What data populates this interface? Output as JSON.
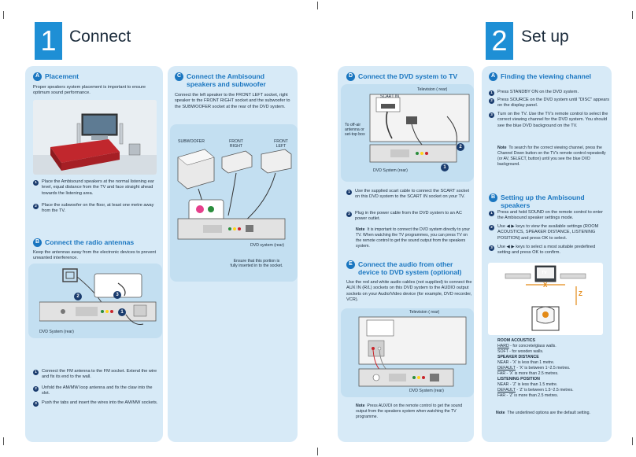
{
  "section1": {
    "number": "1",
    "title": "Connect",
    "A": {
      "letter": "A",
      "heading": "Placement",
      "intro": "Proper speakers system placement is important to ensure optimum sound performance.",
      "steps": [
        "Place the Ambisound speakers at the normal listening ear level, equal distance from the TV and face straight ahead towards the listening area.",
        "Place the subwoofer on the floor, at least one metre away from the TV."
      ]
    },
    "B": {
      "letter": "B",
      "heading": "Connect the radio antennas",
      "intro": "Keep the antennas away from the electronic devices to prevent unwanted interference.",
      "device_label": "DVD System (rear)",
      "steps": [
        "Connect the FM antenna to the FM socket. Extend the wire and fix its end to the wall.",
        "Unfold the AM/MW loop antenna and fix the claw into the slot.",
        "Push the tabs and insert the wires into the AM/MW sockets."
      ]
    },
    "C": {
      "letter": "C",
      "heading": "Connect the Ambisound speakers and subwoofer",
      "intro": "Connect the left speaker to the FRONT LEFT socket, right speaker to the FRONT RIGHT socket and the subwoofer to the SUBWOOFER socket at the rear of the DVD system.",
      "labels": {
        "subwoofer": "SUBWOOFER",
        "front_right": "FRONT RIGHT",
        "front_left": "FRONT LEFT",
        "dvd_rear": "DVD system (rear)",
        "caption": "Ensure that this portion is fully inserted in to the socket."
      }
    }
  },
  "section1b": {
    "D": {
      "letter": "D",
      "heading": "Connect the DVD system to TV",
      "labels": {
        "tv_rear": "Television ( rear)",
        "scart": "SCART IN",
        "offair": "To off-air antenna or set-top box",
        "dvd_rear": "DVD System (rear)"
      },
      "steps": [
        "Use the supplied scart cable to connect the SCART socket on this DVD system to the SCART IN socket on your TV.",
        "Plug in the power cable from the DVD system to an AC power outlet."
      ],
      "note_label": "Note",
      "note": "It is important to connect the DVD system directly to your TV. When watching the TV programmes, you can press TV on the remote control to get the sound output from the speakers system."
    },
    "E": {
      "letter": "E",
      "heading": "Connect the audio from other device to DVD system (optional)",
      "intro": "Use the red and white audio cables (not supplied) to connect the AUX IN (R/L) sockets on this DVD system to the AUDIO output sockets on your Audio/Video device (for example, DVD recorder, VCR).",
      "labels": {
        "tv_rear": "Television ( rear)",
        "dvd_rear": "DVD System (rear)"
      },
      "note_label": "Note",
      "note": "Press AUX/DI on the remote control to get the sound output from the speakers system when watching the TV programme."
    }
  },
  "section2": {
    "number": "2",
    "title": "Set up",
    "A": {
      "letter": "A",
      "heading": "Finding the viewing channel",
      "steps": [
        "Press STANDBY ON on the DVD system.",
        "Press SOURCE on the DVD system until \"DISC\" appears on the display panel.",
        "Turn on the TV. Use the TV's remote control to select the correct viewing channel for the DVD system. You should see the blue DVD background on the TV."
      ],
      "note_label": "Note",
      "note": "To search for the correct viewing channel, press the Channel Down button on the TV's remote control repeatedly (or AV, SELECT, button) until you see the blue DVD background."
    },
    "B": {
      "letter": "B",
      "heading": "Setting up the Ambisound speakers",
      "steps": [
        "Press and hold SOUND on the remote control to enter the Ambisound speaker settings mode.",
        "Use ◀ ▶ keys to view the available settings (ROOM ACOUSTICS, SPEAKER DISTANCE, LISTENING POSITION) and press OK to select.",
        "Use ◀ ▶ keys to select a most suitable predefined setting and press OK to confirm."
      ],
      "diagram": {
        "tv": "TV",
        "x": "X",
        "z": "Z"
      },
      "acoustics": {
        "room_title": "ROOM ACOUSTICS",
        "room_1a": "HARD",
        "room_1b": " - for concrete/glass walls.",
        "room_2": "SOFT - for wooden walls.",
        "dist_title": "SPEAKER DISTANCE",
        "dist_1": "NEAR - 'X' is less than 1 metre.",
        "dist_2a": "DEFAULT",
        "dist_2b": " - 'X' is between 1~2.5 metres.",
        "dist_3": "FAR - 'X' is more than 2.5 metres.",
        "pos_title": "LISTENING POSITION",
        "pos_1": "NEAR - 'Z' is less than 1.5 metre.",
        "pos_2a": "DEFAULT",
        "pos_2b": " - 'Z' is between 1.5~2.5 metres.",
        "pos_3": "FAR - 'Z' is more than 2.5 metres."
      },
      "note_label": "Note",
      "note": "The underlined options are the default setting."
    }
  },
  "colors": {
    "accent": "#1e8fd5",
    "panel": "#d7eaf7",
    "heading": "#1a76c0",
    "badge": "#1a3c6e"
  }
}
